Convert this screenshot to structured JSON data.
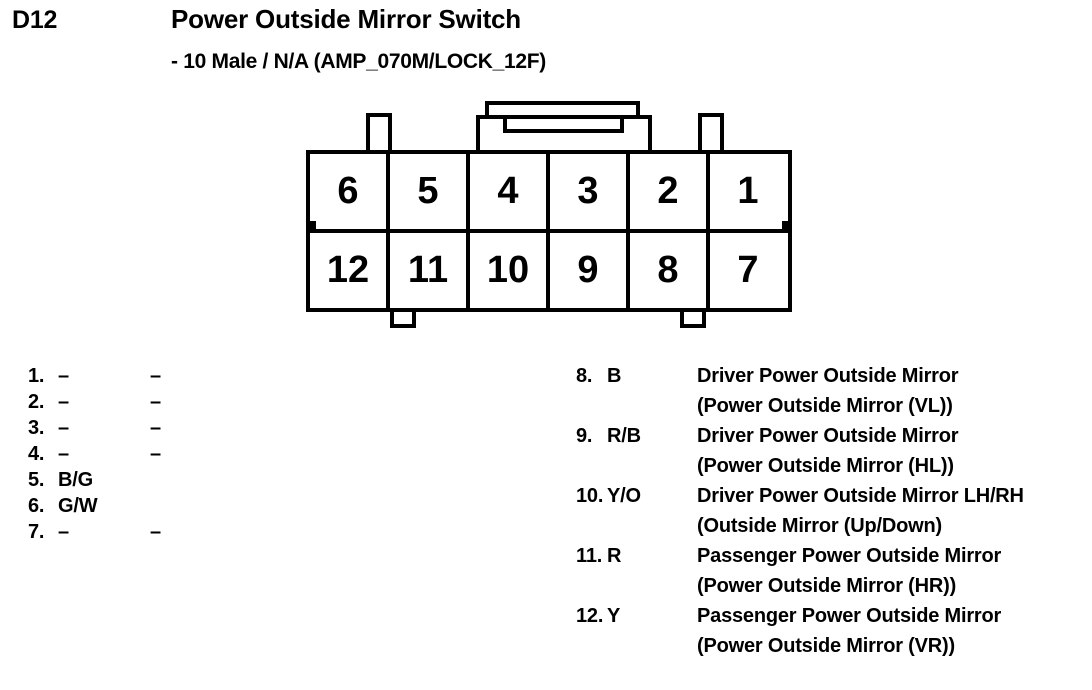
{
  "header": {
    "code": "D12",
    "title": "Power Outside Mirror Switch",
    "subtitle": "- 10 Male / N/A (AMP_070M/LOCK_12F)"
  },
  "connector": {
    "rows": [
      {
        "cells": [
          "6",
          "5",
          "4",
          "3",
          "2",
          "1"
        ]
      },
      {
        "cells": [
          "12",
          "11",
          "10",
          "9",
          "8",
          "7"
        ]
      }
    ]
  },
  "pins_left": [
    {
      "id": "1.",
      "color": "–",
      "desc": "–",
      "desc2": ""
    },
    {
      "id": "2.",
      "color": "–",
      "desc": "–",
      "desc2": ""
    },
    {
      "id": "3.",
      "color": "–",
      "desc": "–",
      "desc2": ""
    },
    {
      "id": "4.",
      "color": "–",
      "desc": "–",
      "desc2": ""
    },
    {
      "id": "5.",
      "color": "B/G",
      "desc": "",
      "desc2": ""
    },
    {
      "id": "6.",
      "color": "G/W",
      "desc": "",
      "desc2": ""
    },
    {
      "id": "7.",
      "color": "–",
      "desc": "–",
      "desc2": ""
    }
  ],
  "pins_right": [
    {
      "id": "8.",
      "color": "B",
      "desc": "Driver Power Outside Mirror",
      "desc2": "(Power Outside Mirror (VL))"
    },
    {
      "id": "9.",
      "color": "R/B",
      "desc": "Driver Power Outside Mirror",
      "desc2": "(Power Outside Mirror (HL))"
    },
    {
      "id": "10.",
      "color": "Y/O",
      "desc": "Driver Power Outside Mirror LH/RH",
      "desc2": "(Outside Mirror (Up/Down)"
    },
    {
      "id": "11.",
      "color": "R",
      "desc": "Passenger Power Outside Mirror",
      "desc2": "(Power Outside Mirror (HR))"
    },
    {
      "id": "12.",
      "color": "Y",
      "desc": "Passenger Power Outside Mirror",
      "desc2": "(Power Outside Mirror (VR))"
    }
  ],
  "colors": {
    "ink": "#000000",
    "paper": "#ffffff"
  }
}
